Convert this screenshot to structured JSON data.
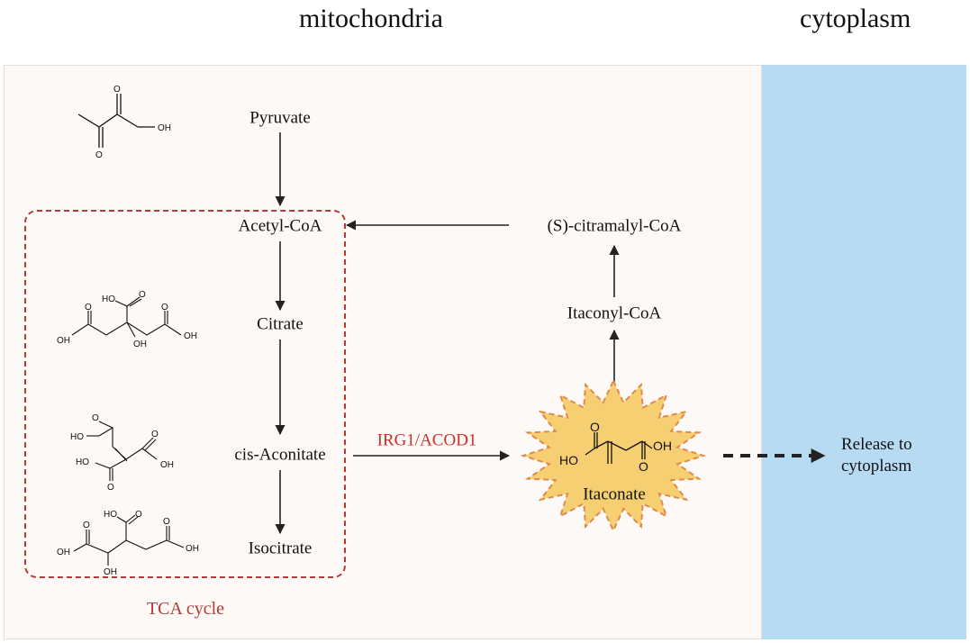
{
  "regions": {
    "mitochondria": "mitochondria",
    "cytoplasm": "cytoplasm"
  },
  "metabolites": {
    "pyruvate": "Pyruvate",
    "acetyl_coa": "Acetyl-CoA",
    "citrate": "Citrate",
    "cis_aconitate": "cis-Aconitate",
    "isocitrate": "Isocitrate",
    "itaconate": "Itaconate",
    "itaconyl_coa": "Itaconyl-CoA",
    "citramalyl_coa": "(S)-citramalyl-CoA"
  },
  "enzyme": "IRG1/ACOD1",
  "cycle_label": "TCA cycle",
  "release": [
    "Release to",
    "cytoplasm"
  ],
  "structure_atoms": {
    "oh": "OH",
    "o": "O",
    "ho": "HO"
  },
  "colors": {
    "mitochondria_bg": "#fdf9f6",
    "cytoplasm_bg": "#b8dbf4",
    "tca_border": "#b53a36",
    "enzyme_text": "#c9302c",
    "burst_fill": "#f7cf73",
    "burst_stroke": "#e08a4a"
  }
}
